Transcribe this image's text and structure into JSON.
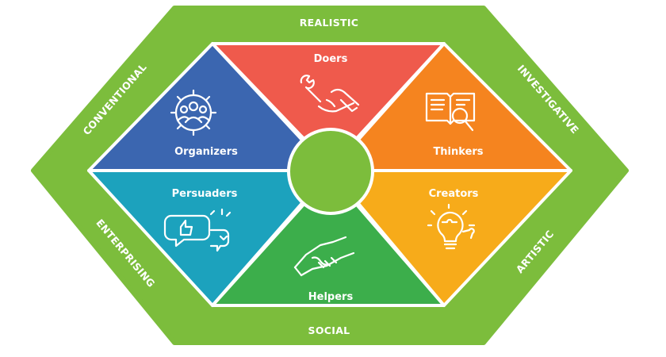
{
  "frame": {
    "color": "#7cbd3c",
    "labels": {
      "top": "REALISTIC",
      "top_right": "INVESTIGATIVE",
      "bottom_right": "ARTISTIC",
      "bottom": "SOCIAL",
      "bottom_left": "ENTERPRISING",
      "top_left": "CONVENTIONAL"
    }
  },
  "segments": [
    {
      "key": "doers",
      "label": "Doers",
      "color": "#ef5a4c",
      "icon": "wrench-hand-icon"
    },
    {
      "key": "thinkers",
      "label": "Thinkers",
      "color": "#f5841f",
      "icon": "book-magnifier-icon"
    },
    {
      "key": "creators",
      "label": "Creators",
      "color": "#f7ab1a",
      "icon": "lightbulb-puzzle-icon"
    },
    {
      "key": "helpers",
      "label": "Helpers",
      "color": "#3cae4b",
      "icon": "handshake-icon"
    },
    {
      "key": "persuaders",
      "label": "Persuaders",
      "color": "#1ca2bd",
      "icon": "speech-thumbsup-icon"
    },
    {
      "key": "organizers",
      "label": "Organizers",
      "color": "#3b66b0",
      "icon": "gear-people-icon"
    }
  ],
  "center": {
    "color": "#7cbd3c"
  }
}
